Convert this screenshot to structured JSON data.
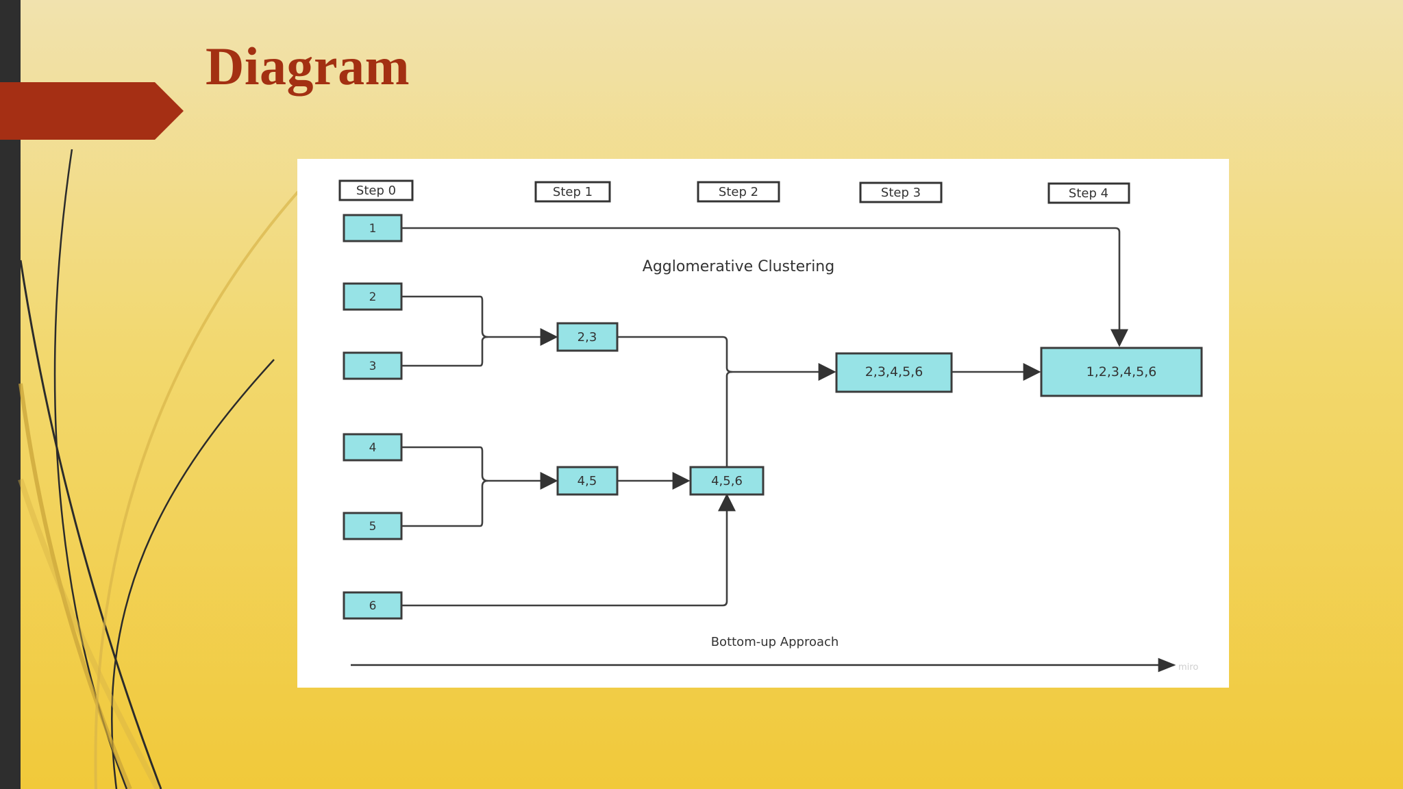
{
  "slide": {
    "title": "Diagram",
    "colors": {
      "title": "#a33012",
      "ribbon": "#a52f14",
      "left_bar": "#2e2e2e",
      "node_fill": "#97e3e6"
    }
  },
  "diagram": {
    "title": "Agglomerative Clustering",
    "footer_label": "Bottom-up Approach",
    "watermark": "miro",
    "steps": [
      "Step 0",
      "Step 1",
      "Step 2",
      "Step 3",
      "Step 4"
    ],
    "nodes": {
      "n1": "1",
      "n2": "2",
      "n3": "3",
      "n4": "4",
      "n5": "5",
      "n6": "6",
      "n23": "2,3",
      "n45": "4,5",
      "n456": "4,5,6",
      "n23456": "2,3,4,5,6",
      "n123456": "1,2,3,4,5,6"
    },
    "edges": [
      [
        "1",
        "1,2,3,4,5,6"
      ],
      [
        "2",
        "2,3"
      ],
      [
        "3",
        "2,3"
      ],
      [
        "4",
        "4,5"
      ],
      [
        "5",
        "4,5"
      ],
      [
        "4,5",
        "4,5,6"
      ],
      [
        "6",
        "4,5,6"
      ],
      [
        "2,3",
        "2,3,4,5,6"
      ],
      [
        "4,5,6",
        "2,3,4,5,6"
      ],
      [
        "2,3,4,5,6",
        "1,2,3,4,5,6"
      ]
    ]
  }
}
